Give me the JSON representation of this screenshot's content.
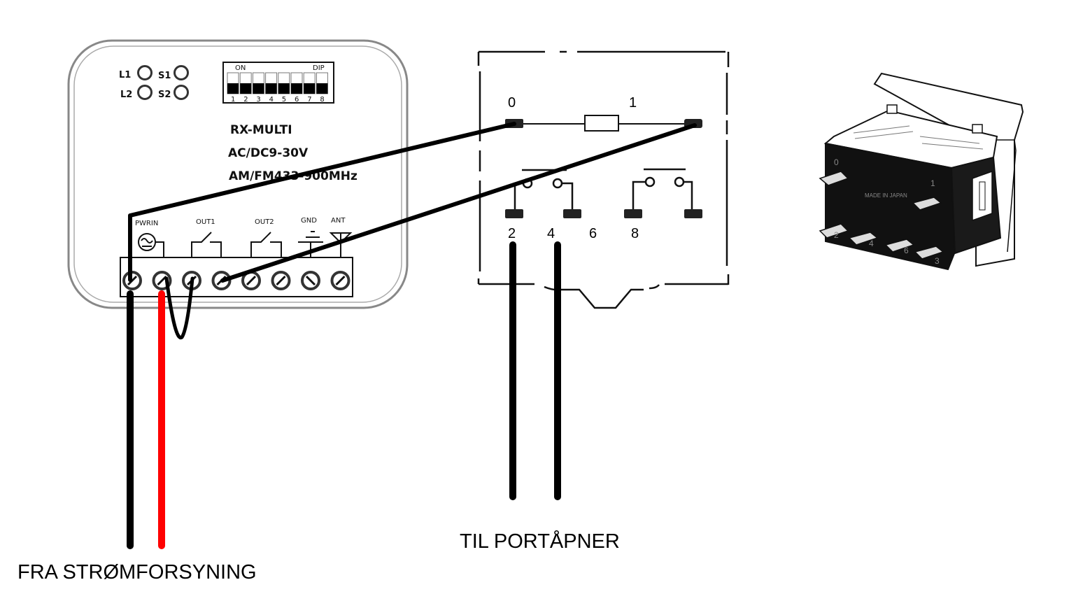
{
  "receiver": {
    "leds": [
      "L1",
      "S1",
      "L2",
      "S2"
    ],
    "dip": {
      "on_label": "ON",
      "dip_label": "DIP",
      "switches": [
        "1",
        "2",
        "3",
        "4",
        "5",
        "6",
        "7",
        "8"
      ]
    },
    "model": "RX-MULTI",
    "voltage": "AC/DC9-30V",
    "frequency": "AM/FM433-900MHz",
    "terminals": {
      "pwrin": "PWRIN",
      "out1": "OUT1",
      "out2": "OUT2",
      "gnd": "GND",
      "ant": "ANT"
    }
  },
  "relay_schematic": {
    "pins": {
      "p0": "0",
      "p1": "1",
      "p2": "2",
      "p4": "4",
      "p6": "6",
      "p8": "8"
    }
  },
  "relay_photo": {
    "made_in": "MADE IN JAPAN",
    "pins": [
      "0",
      "1",
      "2",
      "4",
      "6",
      "3"
    ]
  },
  "captions": {
    "power": "FRA STRØMFORSYNING",
    "opener": "TIL PORTÅPNER"
  },
  "colors": {
    "wire_black": "#000000",
    "wire_red": "#ff0000"
  }
}
